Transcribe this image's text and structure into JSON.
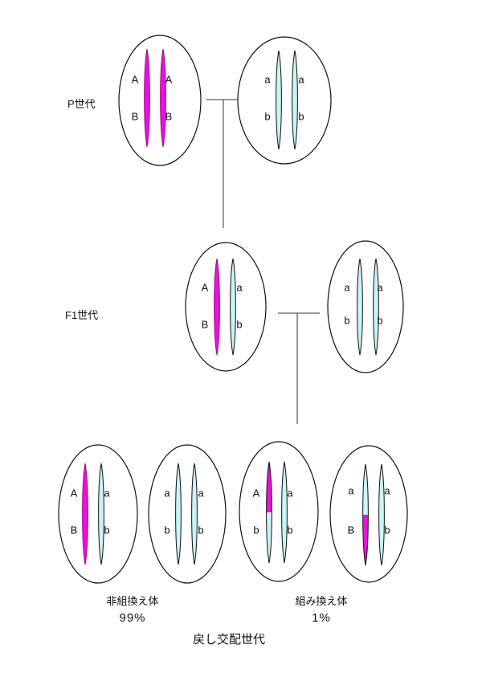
{
  "generations": {
    "p": "P世代",
    "f1": "F1世代",
    "backcross": "戻し交配世代"
  },
  "results": {
    "nonrecombinant": {
      "label": "非組換え体",
      "percent": "99%"
    },
    "recombinant": {
      "label": "組み換え体",
      "percent": "1%"
    }
  },
  "colors": {
    "magenta": "#ee10dd",
    "cyan": "#c8f4f6",
    "outline": "#111111"
  },
  "cells": [
    {
      "id": "p-left",
      "chromosomes": [
        {
          "color": "magenta",
          "labels": [
            "A",
            "B"
          ]
        },
        {
          "color": "magenta",
          "labels": [
            "A",
            "B"
          ]
        }
      ]
    },
    {
      "id": "p-right",
      "chromosomes": [
        {
          "color": "cyan",
          "labels": [
            "a",
            "b"
          ]
        },
        {
          "color": "cyan",
          "labels": [
            "a",
            "b"
          ]
        }
      ]
    },
    {
      "id": "f1-left",
      "chromosomes": [
        {
          "color": "magenta",
          "labels": [
            "A",
            "B"
          ]
        },
        {
          "color": "cyan",
          "labels": [
            "a",
            "b"
          ]
        }
      ]
    },
    {
      "id": "f1-right",
      "chromosomes": [
        {
          "color": "cyan",
          "labels": [
            "a",
            "b"
          ]
        },
        {
          "color": "cyan",
          "labels": [
            "a",
            "b"
          ]
        }
      ]
    },
    {
      "id": "bc-1",
      "chromosomes": [
        {
          "color": "magenta",
          "labels": [
            "A",
            "B"
          ]
        },
        {
          "color": "cyan",
          "labels": [
            "a",
            "b"
          ]
        }
      ]
    },
    {
      "id": "bc-2",
      "chromosomes": [
        {
          "color": "cyan",
          "labels": [
            "a",
            "b"
          ]
        },
        {
          "color": "cyan",
          "labels": [
            "a",
            "b"
          ]
        }
      ]
    },
    {
      "id": "bc-3",
      "chromosomes": [
        {
          "color": "magenta-top",
          "labels": [
            "A",
            "b"
          ]
        },
        {
          "color": "cyan",
          "labels": [
            "a",
            "b"
          ]
        }
      ]
    },
    {
      "id": "bc-4",
      "chromosomes": [
        {
          "color": "magenta-bottom",
          "labels": [
            "a",
            "B"
          ]
        },
        {
          "color": "cyan",
          "labels": [
            "a",
            "b"
          ]
        }
      ]
    }
  ]
}
